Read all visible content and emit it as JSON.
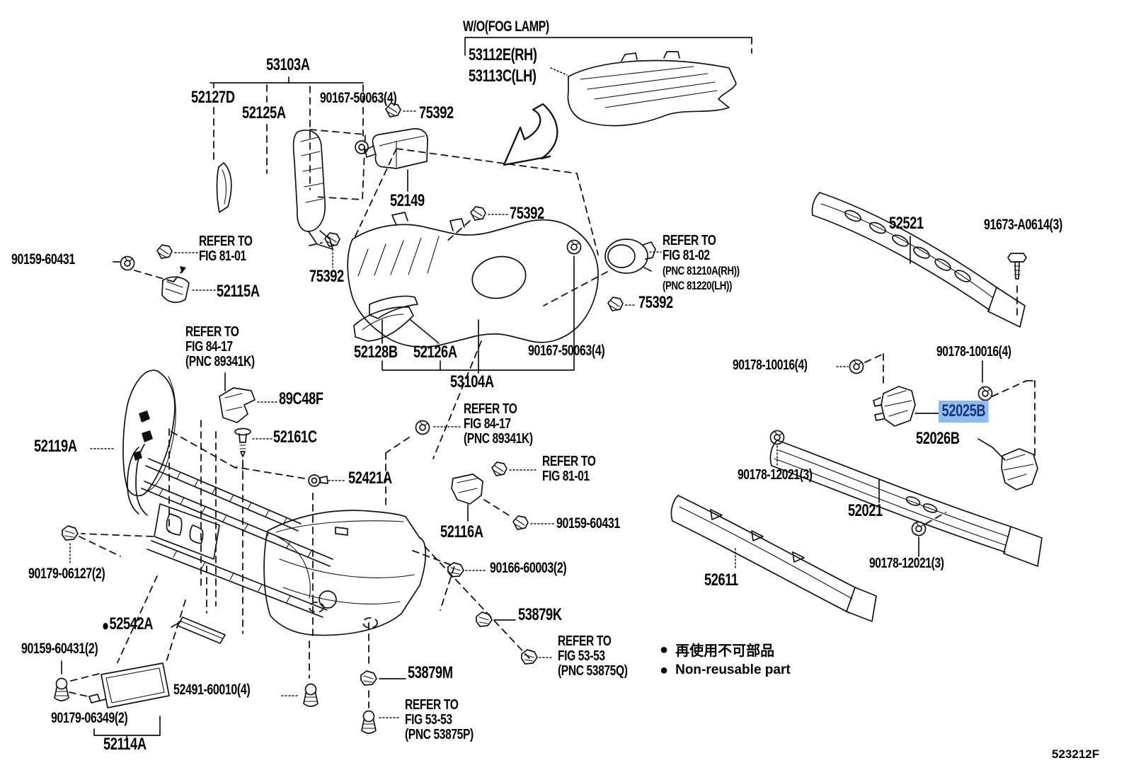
{
  "page": {
    "footer_code": "523212F"
  },
  "colors": {
    "highlight_bg": "#8FBCEF",
    "highlight_text": "#17367E",
    "line": "#111111",
    "background": "#FFFFFF"
  },
  "legend": {
    "dot_icon": "non-reusable-dot",
    "jp": "再使用不可部品",
    "en": "Non-reusable part"
  },
  "section": {
    "wo_fog_lamp": "W/O(FOG LAMP)"
  },
  "labels": {
    "p53112e": "53112E(RH)",
    "p53113c": "53113C(LH)",
    "p53103a": "53103A",
    "p52127d": "52127D",
    "p52125a": "52125A",
    "p90167_50063_top": "90167-50063(4)",
    "p90167_50063_mid": "90167-50063(4)",
    "p75392_top": "75392",
    "p75392_mid": "75392",
    "p75392_left": "75392",
    "p75392_right": "75392",
    "p52149": "52149",
    "p90159_60431_left": "90159-60431",
    "p90159_60431_mid": "90159-60431",
    "p90159_60431_2": "90159-60431(2)",
    "p52115a": "52115A",
    "p52128b": "52128B",
    "p52126a": "52126A",
    "p53104a": "53104A",
    "p52521": "52521",
    "p91673": "91673-A0614(3)",
    "p90178_10016_left": "90178-10016(4)",
    "p90178_10016_right": "90178-10016(4)",
    "p52025b": "52025B",
    "p52026b": "52026B",
    "p90178_12021_left": "90178-12021(3)",
    "p90178_12021_right": "90178-12021(3)",
    "p52021": "52021",
    "p52611": "52611",
    "p52119a": "52119A",
    "p89c48f": "89C48F",
    "p52161c": "52161C",
    "p52421a": "52421A",
    "p52116a": "52116A",
    "p90166_60003": "90166-60003(2)",
    "p53879k": "53879K",
    "p53879m": "53879M",
    "p90179_06127": "90179-06127(2)",
    "p52542a": "52542A",
    "p90159_60431_two": "90159-60431(2)",
    "p52491_60010": "52491-60010(4)",
    "p90179_06349": "90179-06349(2)",
    "p52114a": "52114A"
  },
  "refer_blocks": {
    "fig81_01_left": [
      "REFER TO",
      "FIG 81-01"
    ],
    "fig81_01_mid": [
      "REFER TO",
      "FIG 81-01"
    ],
    "fig81_02": [
      "REFER TO",
      "FIG 81-02",
      "(PNC 81210A(RH))",
      "(PNC 81220(LH))"
    ],
    "fig84_17_left": [
      "REFER TO",
      "FIG 84-17",
      "(PNC 89341K)"
    ],
    "fig84_17_mid": [
      "REFER TO",
      "FIG 84-17",
      "(PNC 89341K)"
    ],
    "fig53_53_q": [
      "REFER TO",
      "FIG 53-53",
      "(PNC 53875Q)"
    ],
    "fig53_53_p": [
      "REFER TO",
      "FIG 53-53",
      "(PNC 53875P)"
    ]
  }
}
